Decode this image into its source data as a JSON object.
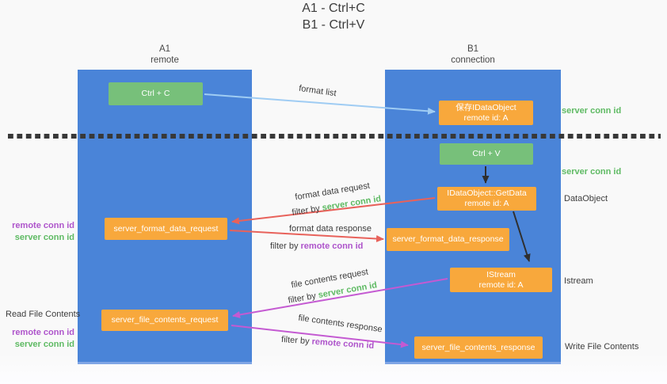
{
  "title": {
    "line1": "A1 - Ctrl+C",
    "line2": "B1 - Ctrl+V"
  },
  "columns": {
    "a1": {
      "name": "A1",
      "subtitle": "remote"
    },
    "b1": {
      "name": "B1",
      "subtitle": "connection"
    }
  },
  "nodes": {
    "ctrl_c": "Ctrl + C",
    "ctrl_v": "Ctrl + V",
    "save_dataobject": {
      "line1": "保存IDataObject",
      "line2": "remote id: A"
    },
    "getdata": {
      "line1": "IDataObject::GetData",
      "line2": "remote id: A"
    },
    "istream": {
      "line1": "IStream",
      "line2": "remote id: A"
    },
    "format_request": "server_format_data_request",
    "format_response": "server_format_data_response",
    "file_request": "server_file_contents_request",
    "file_response": "server_file_contents_response"
  },
  "side_labels": {
    "server_conn_id_top": "server conn id",
    "server_conn_id_mid": "server conn id",
    "dataobject": "DataObject",
    "istream": "Istream",
    "write_file": "Write File Contents",
    "read_file": "Read File Contents",
    "left_pair1": {
      "remote": "remote conn id",
      "server": "server conn id"
    },
    "left_pair2": {
      "remote": "remote conn id",
      "server": "server conn id"
    }
  },
  "arrow_labels": {
    "format_list": "format list",
    "format_data_request": "format data request",
    "filter_server_1": {
      "prefix": "filter by ",
      "id": "server conn id"
    },
    "format_data_response": "format data response",
    "filter_remote_1": {
      "prefix": "filter by ",
      "id": "remote conn id"
    },
    "file_contents_request": "file contents request",
    "filter_server_2": {
      "prefix": "filter by ",
      "id": "server conn id"
    },
    "file_contents_response": "file contents response",
    "filter_remote_2": {
      "prefix": "filter by ",
      "id": "remote conn id"
    }
  },
  "colors": {
    "blue": "#4a84d8",
    "green": "#77c07a",
    "orange": "#f8a83c",
    "green-t": "#5eba63",
    "purple-t": "#ae54cb",
    "arrow-blue": "#9fccf3",
    "arrow-red": "#e8625b",
    "arrow-magenta": "#c45ad2"
  }
}
